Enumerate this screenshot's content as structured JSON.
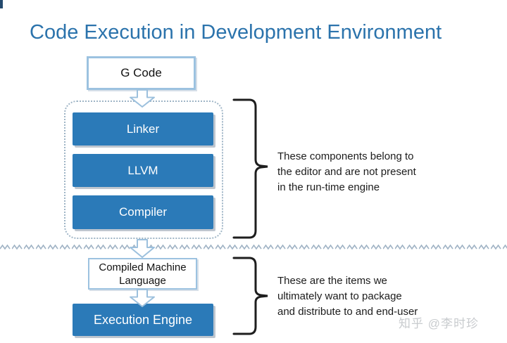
{
  "page": {
    "title": "Code Execution in Development Environment",
    "watermark": "知乎 @李时珍"
  },
  "colors": {
    "title_blue": "#2b73ac",
    "box_fill_blue": "#2b7ab8",
    "box_text_white": "#ffffff",
    "light_blue_border": "#9cc2e0",
    "dotted_group_border": "#9fb5c6",
    "divider_color": "#9fb2c4",
    "annotation_text": "#1c1c1c",
    "watermark_gray": "#c8cbce"
  },
  "boxes": {
    "g_code": "G Code",
    "linker": "Linker",
    "llvm": "LLVM",
    "compiler": "Compiler",
    "compiled_machine_language": "Compiled Machine Language",
    "execution_engine": "Execution Engine"
  },
  "annotations": [
    {
      "lines": [
        "These components belong to",
        "the editor and are not present",
        "in the run-time engine"
      ]
    },
    {
      "lines": [
        "These are the items we",
        "ultimately want to package",
        "and distribute to and end-user"
      ]
    }
  ]
}
